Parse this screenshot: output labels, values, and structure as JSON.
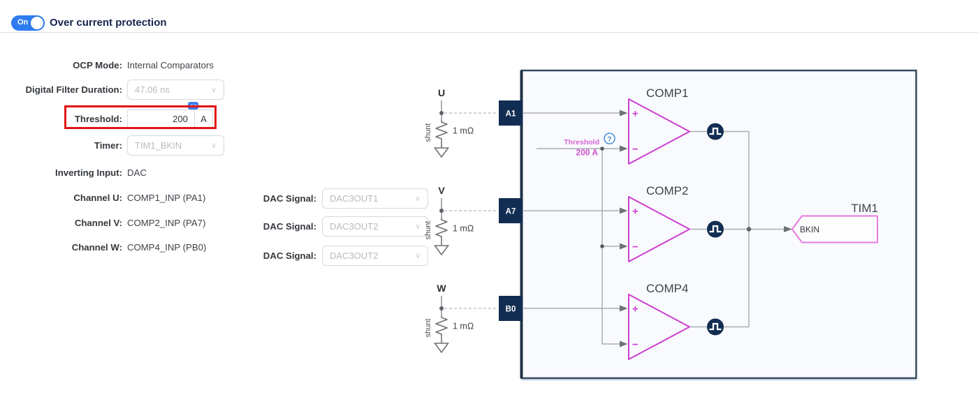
{
  "header": {
    "toggle": {
      "state_label": "On",
      "on": true
    },
    "title": "Over current protection"
  },
  "form": {
    "rows": [
      {
        "label": "OCP Mode:",
        "value": "Internal Comparators"
      },
      {
        "label": "Digital Filter Duration:",
        "value": "47.06 ns"
      },
      {
        "label": "Threshold:",
        "value": "200",
        "unit": "A"
      },
      {
        "label": "Timer:",
        "value": "TIM1_BKIN"
      },
      {
        "label": "Inverting Input:",
        "value": "DAC"
      },
      {
        "label": "Channel U:",
        "value": "COMP1_INP (PA1)"
      },
      {
        "label": "Channel V:",
        "value": "COMP2_INP (PA7)"
      },
      {
        "label": "Channel W:",
        "value": "COMP4_INP (PB0)"
      }
    ]
  },
  "dac_signals": [
    {
      "label": "DAC Signal:",
      "value": "DAC3OUT1"
    },
    {
      "label": "DAC Signal:",
      "value": "DAC3OUT2"
    },
    {
      "label": "DAC Signal:",
      "value": "DAC3OUT2"
    }
  ],
  "diagram": {
    "phases": [
      {
        "name": "U",
        "pin": "A1",
        "shunt": "shunt",
        "resistance": "1 mΩ"
      },
      {
        "name": "V",
        "pin": "A7",
        "shunt": "shunt",
        "resistance": "1 mΩ"
      },
      {
        "name": "W",
        "pin": "B0",
        "shunt": "shunt",
        "resistance": "1 mΩ"
      }
    ],
    "comparators": [
      {
        "name": "COMP1"
      },
      {
        "name": "COMP2"
      },
      {
        "name": "COMP4"
      }
    ],
    "input_plus": "+",
    "input_minus": "−",
    "threshold_label": "Threshold",
    "threshold_value": "200 A",
    "help_icon": "?",
    "timer_block": {
      "name": "TIM1",
      "port": "BKIN"
    }
  },
  "colors": {
    "toggle_blue": "#2e7cf0",
    "annotation_red": "#e01515",
    "comparator_magenta": "#cd3fd0",
    "timer_pink": "#e678e0",
    "pin_navy": "#122d52",
    "threshold_pink": "#cf4fcd",
    "help_blue": "#4a90d9"
  }
}
